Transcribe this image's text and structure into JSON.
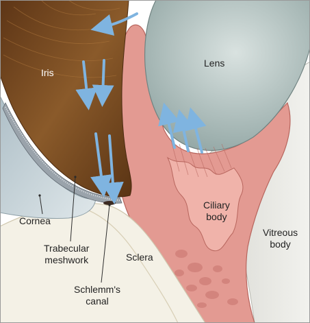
{
  "labels": {
    "iris": "Iris",
    "lens": "Lens",
    "cornea": "Cornea",
    "trabecular_line1": "Trabecular",
    "trabecular_line2": "meshwork",
    "sclera": "Sclera",
    "schlemm_line1": "Schlemm's",
    "schlemm_line2": "canal",
    "ciliary_line1": "Ciliary",
    "ciliary_line2": "body",
    "vitreous_line1": "Vitreous",
    "vitreous_line2": "body"
  },
  "colors": {
    "iris": "#7a4a22",
    "lens": "#b9c7c5",
    "vitreous": "#e6e6e2",
    "ciliary": "#e39a92",
    "sclera": "#f4f1e6",
    "cornea": "#c9d6dc",
    "flow_arrow": "#7fb4e0"
  }
}
